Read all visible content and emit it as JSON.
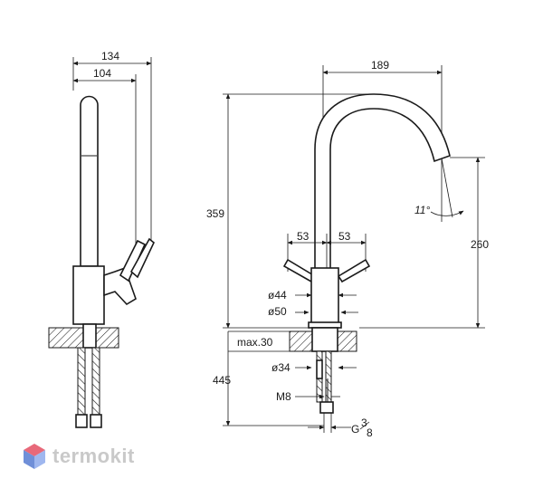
{
  "side_view": {
    "dim_total_width": "134",
    "dim_spout_width": "104"
  },
  "front_view": {
    "dim_reach": "189",
    "dim_total_height": "359",
    "dim_spout_height": "260",
    "dim_angle": "11°",
    "dim_handle_left": "53",
    "dim_handle_right": "53",
    "dim_d44": "ø44",
    "dim_d50": "ø50",
    "dim_max_counter": "max.30",
    "dim_d34": "ø34",
    "dim_under_counter": "445",
    "dim_thread": "M8",
    "dim_connection_g": "G",
    "dim_connection_frac_top": "3",
    "dim_connection_frac_bottom": "8"
  },
  "logo": {
    "text": "termokit",
    "colors": {
      "top": "#e8697a",
      "left": "#6f8fd8",
      "right": "#9fb7ef"
    }
  }
}
